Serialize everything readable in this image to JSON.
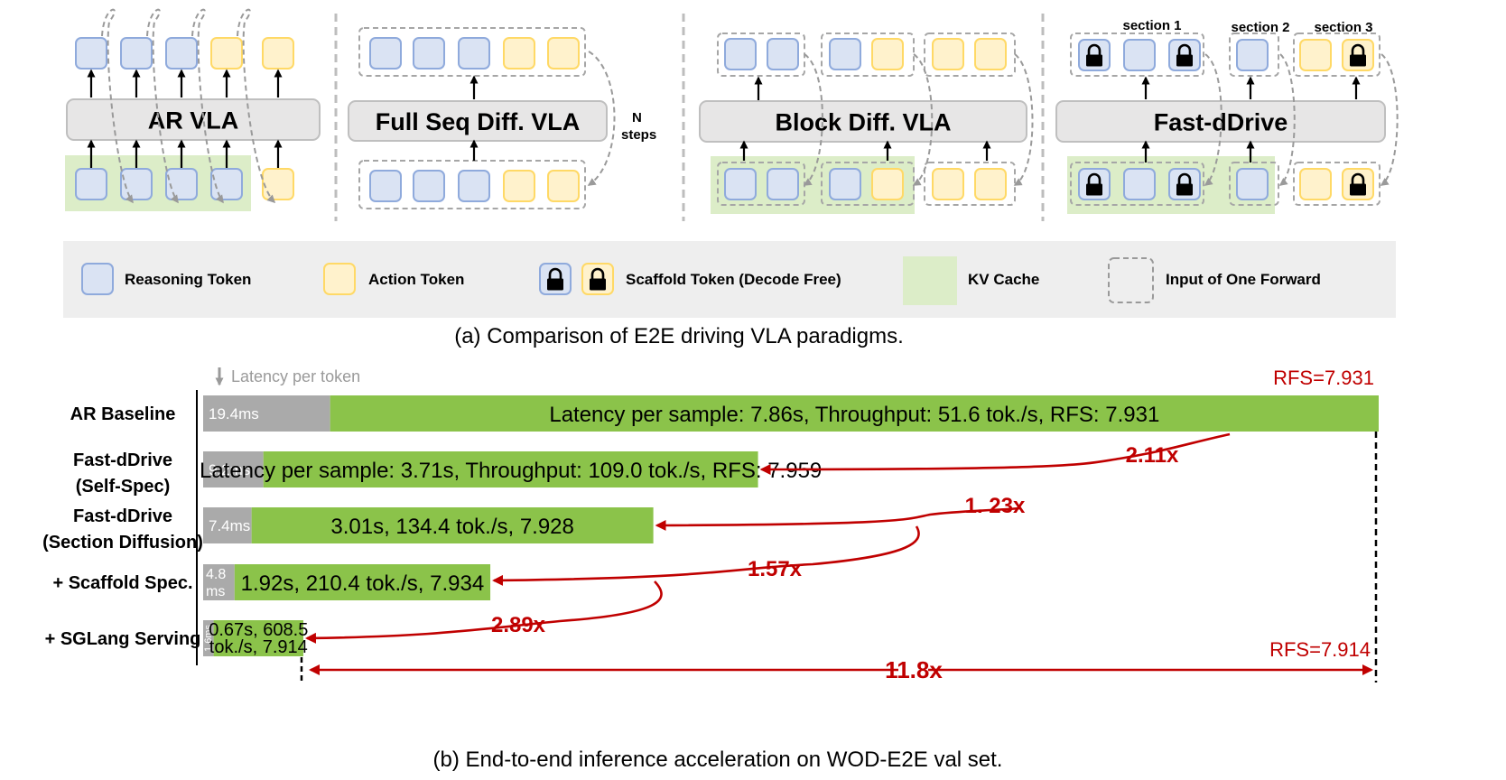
{
  "colors": {
    "reasoning_fill": "#dae3f3",
    "reasoning_stroke": "#8faadc",
    "action_fill": "#fff2cc",
    "action_stroke": "#ffd966",
    "kv_fill": "#dcedc8",
    "model_fill": "#e7e6e6",
    "legend_bg": "#eeeeee",
    "bar_green": "#8bc34a",
    "latency_gray": "#aaaaaa",
    "accent_red": "#c00000"
  },
  "panel_a": {
    "models": {
      "ar": "AR VLA",
      "full": "Full Seq Diff. VLA",
      "block": "Block Diff. VLA",
      "fast": "Fast-dDrive"
    },
    "n_steps": [
      "N",
      "steps"
    ],
    "sections": [
      "section 1",
      "section 2",
      "section 3"
    ],
    "legend": {
      "reasoning": "Reasoning Token",
      "action": "Action Token",
      "scaffold": "Scaffold Token (Decode Free)",
      "kv": "KV Cache",
      "input": "Input of One Forward"
    },
    "caption": "(a) Comparison of E2E driving VLA paradigms."
  },
  "panel_b": {
    "latency_per_token_label": "Latency per token",
    "rfs_top": "RFS=7.931",
    "rfs_bottom": "RFS=7.914",
    "rows": [
      {
        "label": [
          "AR Baseline"
        ],
        "latency": [
          "19.4ms"
        ],
        "text": [
          "Latency per sample: 7.86s, Throughput: 51.6 tok./s, RFS: 7.931"
        ]
      },
      {
        "label": [
          "Fast-dDrive",
          "(Self-Spec)"
        ],
        "latency": [
          "9.2ms"
        ],
        "text": [
          "Latency per sample: 3.71s, Throughput: 109.0 tok./s, RFS: 7.959"
        ]
      },
      {
        "label": [
          "Fast-dDrive",
          "(Section Diffusion)"
        ],
        "latency": [
          "7.4ms"
        ],
        "text": [
          "3.01s, 134.4 tok./s, 7.928"
        ]
      },
      {
        "label": [
          "+ Scaffold Spec."
        ],
        "latency": [
          "4.8",
          "ms"
        ],
        "text": [
          "1.92s, 210.4 tok./s, 7.934"
        ]
      },
      {
        "label": [
          "+ SGLang Serving"
        ],
        "latency": [
          "1.6ms"
        ],
        "text": [
          "0.67s, 608.5",
          "tok./s, 7.914"
        ]
      }
    ],
    "speedups": [
      "2.11x",
      "1. 23x",
      "1.57x",
      "2.89x"
    ],
    "total_speedup": "11.8x",
    "caption": "(b) End-to-end inference acceleration on WOD-E2E val set."
  }
}
